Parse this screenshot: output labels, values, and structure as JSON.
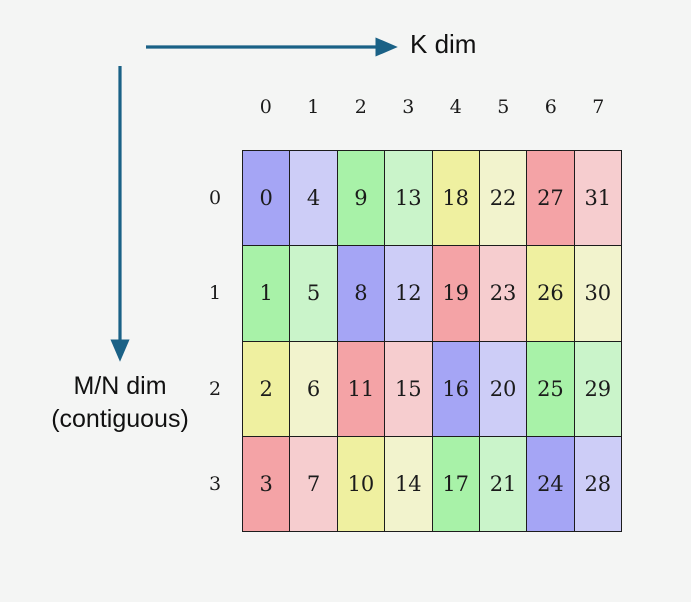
{
  "background_color": "#f4f5f4",
  "arrow_color": "#1a6186",
  "grid_line_color": "#1c1c1c",
  "axes": {
    "horizontal": {
      "label": "K dim",
      "name": "k-dim-arrow"
    },
    "vertical": {
      "label_line1": "M/N dim",
      "label_line2": "(contiguous)",
      "name": "mn-dim-arrow"
    }
  },
  "chart_data": {
    "type": "heatmap",
    "title": "",
    "xlabel": "K dim",
    "ylabel": "M/N dim (contiguous)",
    "column_labels": [
      "0",
      "1",
      "2",
      "3",
      "4",
      "5",
      "6",
      "7"
    ],
    "row_labels": [
      "0",
      "1",
      "2",
      "3"
    ],
    "values": [
      [
        0,
        4,
        9,
        13,
        18,
        22,
        27,
        31
      ],
      [
        1,
        5,
        8,
        12,
        19,
        23,
        26,
        30
      ],
      [
        2,
        6,
        11,
        15,
        16,
        20,
        25,
        29
      ],
      [
        3,
        7,
        10,
        14,
        17,
        21,
        24,
        28
      ]
    ],
    "cell_colors": [
      [
        "#a5a5f5",
        "#cdcdf7",
        "#a8f2a8",
        "#caf4ca",
        "#eff0a0",
        "#f2f3cd",
        "#f4a3a6",
        "#f6cdcf"
      ],
      [
        "#a8f2a8",
        "#caf4ca",
        "#a5a5f5",
        "#cdcdf7",
        "#f4a3a6",
        "#f6cdcf",
        "#eff0a0",
        "#f2f3cd"
      ],
      [
        "#eff0a0",
        "#f2f3cd",
        "#f4a3a6",
        "#f6cdcf",
        "#a5a5f5",
        "#cdcdf7",
        "#a8f2a8",
        "#caf4ca"
      ],
      [
        "#f4a3a6",
        "#f6cdcf",
        "#eff0a0",
        "#f2f3cd",
        "#a8f2a8",
        "#caf4ca",
        "#a5a5f5",
        "#cdcdf7"
      ]
    ],
    "palette": {
      "purple": "#a5a5f5",
      "purple_light": "#cdcdf7",
      "green": "#a8f2a8",
      "green_light": "#caf4ca",
      "yellow": "#eff0a0",
      "yellow_light": "#f2f3cd",
      "red": "#f4a3a6",
      "red_light": "#f6cdcf"
    },
    "grid": true,
    "legend": "none"
  }
}
